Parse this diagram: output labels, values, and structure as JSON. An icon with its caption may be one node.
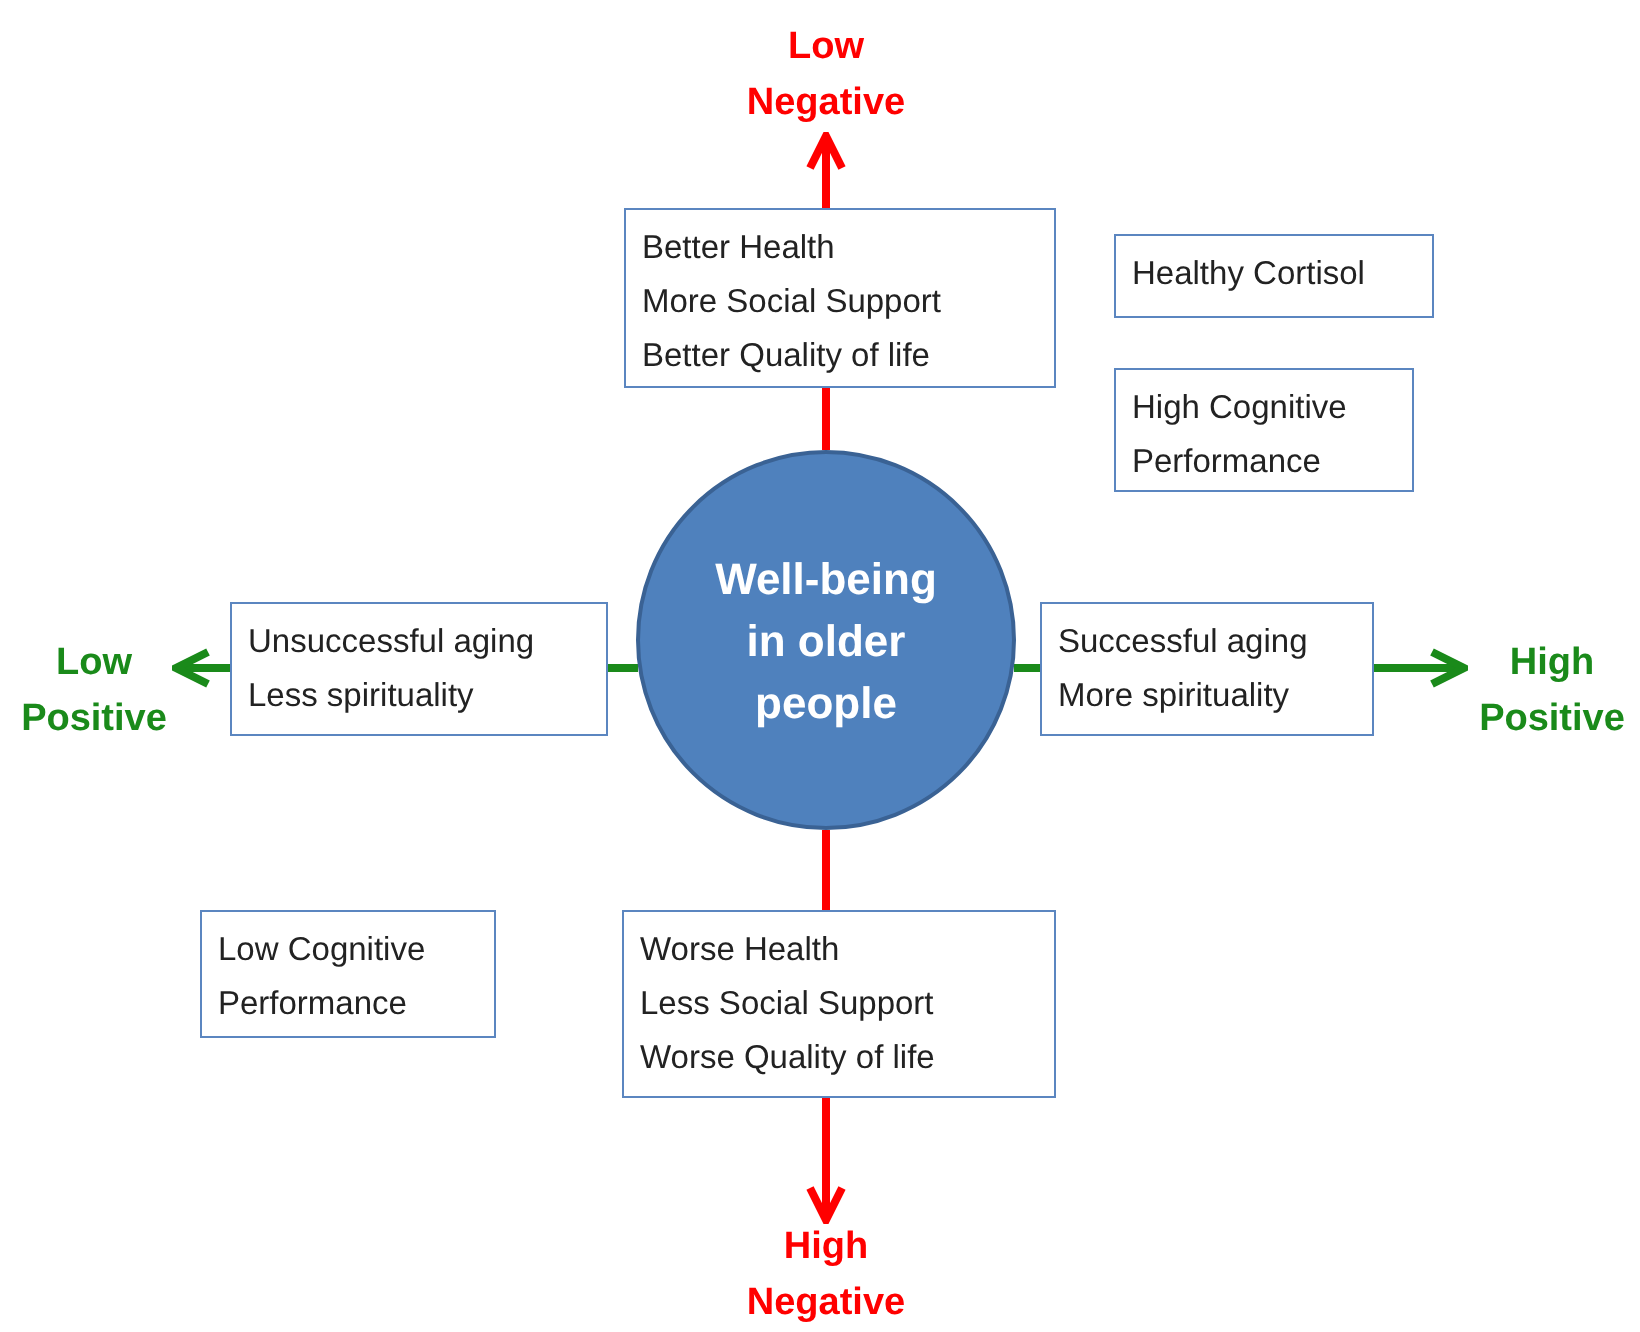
{
  "diagram": {
    "nodes": [
      {
        "text": [
          "Low Negative"
        ]
      },
      {
        "text": [
          "Better Health",
          "More Social Support",
          "Better Quality of life"
        ]
      },
      {
        "text": [
          "Healthy Cortisol"
        ]
      },
      {
        "text": [
          "High Cognitive Performance"
        ]
      },
      {
        "text": [
          "Low Positive"
        ]
      },
      {
        "text": [
          "Unsuccessful aging",
          "Less spirituality"
        ]
      },
      {
        "text": [
          "Well-being in older people"
        ]
      },
      {
        "text": [
          "Successful aging",
          "More spirituality"
        ]
      },
      {
        "text": [
          "High Positive"
        ]
      },
      {
        "text": [
          "Low Cognitive Performance"
        ]
      },
      {
        "text": [
          "Worse Health",
          "Less Social Support",
          "Worse Quality of life"
        ]
      },
      {
        "text": [
          "High Negative"
        ]
      }
    ],
    "edges": [
      {
        "from": 6,
        "to": 1,
        "arrow": "none",
        "color": "#ff0000"
      },
      {
        "from": 1,
        "to": 0,
        "arrow": "to",
        "color": "#ff0000"
      },
      {
        "from": 6,
        "to": 10,
        "arrow": "none",
        "color": "#ff0000"
      },
      {
        "from": 10,
        "to": 11,
        "arrow": "to",
        "color": "#ff0000"
      },
      {
        "from": 6,
        "to": 5,
        "arrow": "none",
        "color": "#1a8a1a"
      },
      {
        "from": 5,
        "to": 4,
        "arrow": "to",
        "color": "#1a8a1a"
      },
      {
        "from": 6,
        "to": 7,
        "arrow": "none",
        "color": "#1a8a1a"
      },
      {
        "from": 7,
        "to": 8,
        "arrow": "to",
        "color": "#1a8a1a"
      }
    ]
  }
}
